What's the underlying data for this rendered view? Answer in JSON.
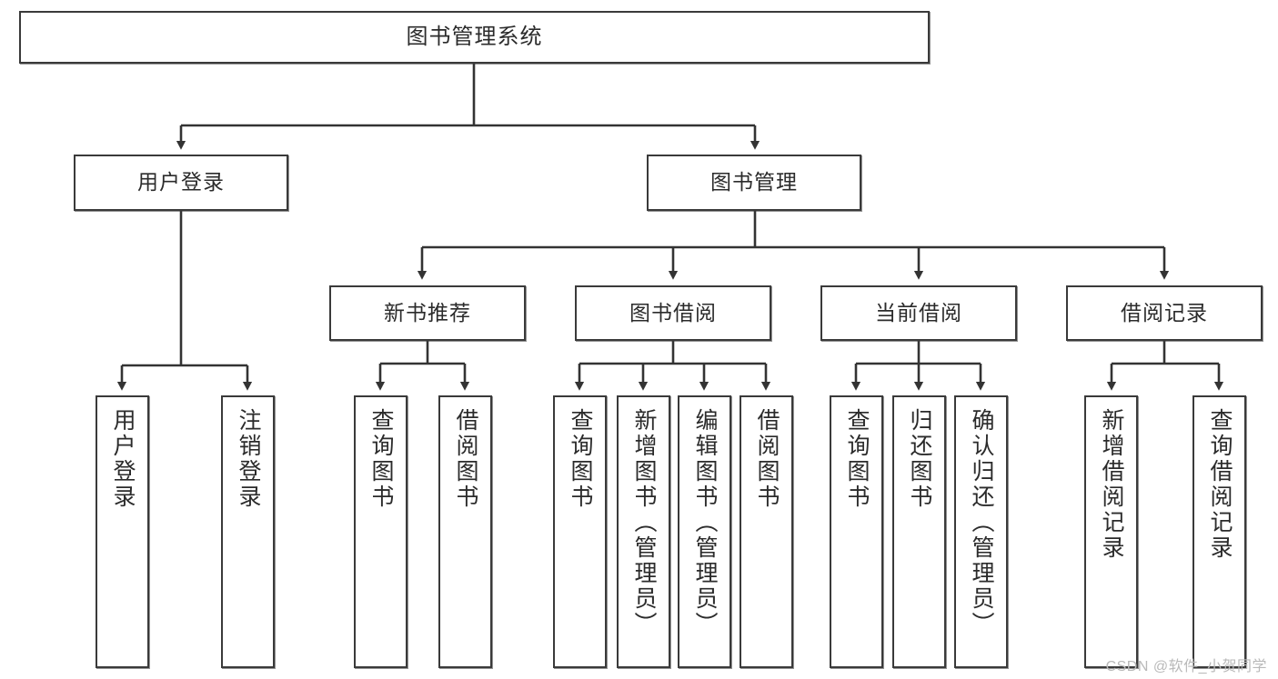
{
  "diagram": {
    "title": "图书管理系统",
    "type": "hierarchy-tree",
    "colors": {
      "box_border": "#3a3a3a",
      "box_fill": "#ffffff",
      "link": "#333333",
      "text": "#2b2b2b",
      "watermark": "#b9b9b9"
    },
    "root": {
      "label": "图书管理系统"
    },
    "level1": [
      {
        "label": "用户登录"
      },
      {
        "label": "图书管理"
      }
    ],
    "level2": [
      {
        "label": "新书推荐"
      },
      {
        "label": "图书借阅"
      },
      {
        "label": "当前借阅"
      },
      {
        "label": "借阅记录"
      }
    ],
    "leaves": {
      "user_login": [
        {
          "label": "用户登录"
        },
        {
          "label": "注销登录"
        }
      ],
      "new_book_recommend": [
        {
          "label": "查询图书"
        },
        {
          "label": "借阅图书"
        }
      ],
      "book_borrow": [
        {
          "label": "查询图书"
        },
        {
          "label": "新增图书（管理员）"
        },
        {
          "label": "编辑图书（管理员）"
        },
        {
          "label": "借阅图书"
        }
      ],
      "current_borrow": [
        {
          "label": "查询图书"
        },
        {
          "label": "归还图书"
        },
        {
          "label": "确认归还（管理员）"
        }
      ],
      "borrow_record": [
        {
          "label": "新增借阅记录"
        },
        {
          "label": "查询借阅记录"
        }
      ]
    }
  },
  "watermark": {
    "text": "CSDN @软件_小贺同学"
  }
}
